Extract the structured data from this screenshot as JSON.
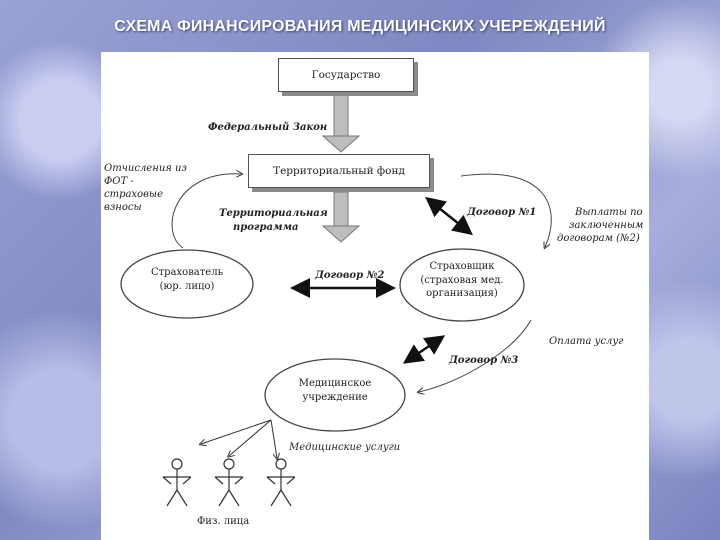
{
  "title": "СХЕМА ФИНАНСИРОВАНИЯ МЕДИЦИНСКИХ УЧЕРЕЖДЕНИЙ",
  "nodes": {
    "state": "Государство",
    "fund": "Территориальный фонд",
    "insured_line1": "Страхователь",
    "insured_line2": "(юр. лицо)",
    "insurer_line1": "Страховщик",
    "insurer_line2": "(страховая мед.",
    "insurer_line3": "организация)",
    "clinic_line1": "Медицинское",
    "clinic_line2": "учреждение",
    "persons": "Физ. лица"
  },
  "labels": {
    "federal_law": "Федеральный Закон",
    "territorial_program_line1": "Территориальная",
    "territorial_program_line2": "программа",
    "contract1": "Договор №1",
    "contract2": "Договор №2",
    "contract3": "Договор №3",
    "deductions_line1": "Отчисления из",
    "deductions_line2": "ФОТ -",
    "deductions_line3": "страховые",
    "deductions_line4": "взносы",
    "payments_line1": "Выплаты по",
    "payments_line2": "заключенным",
    "payments_line3": "договорам (№2)",
    "service_payment": "Оплата услуг",
    "medical_services": "Медицинские услуги"
  }
}
